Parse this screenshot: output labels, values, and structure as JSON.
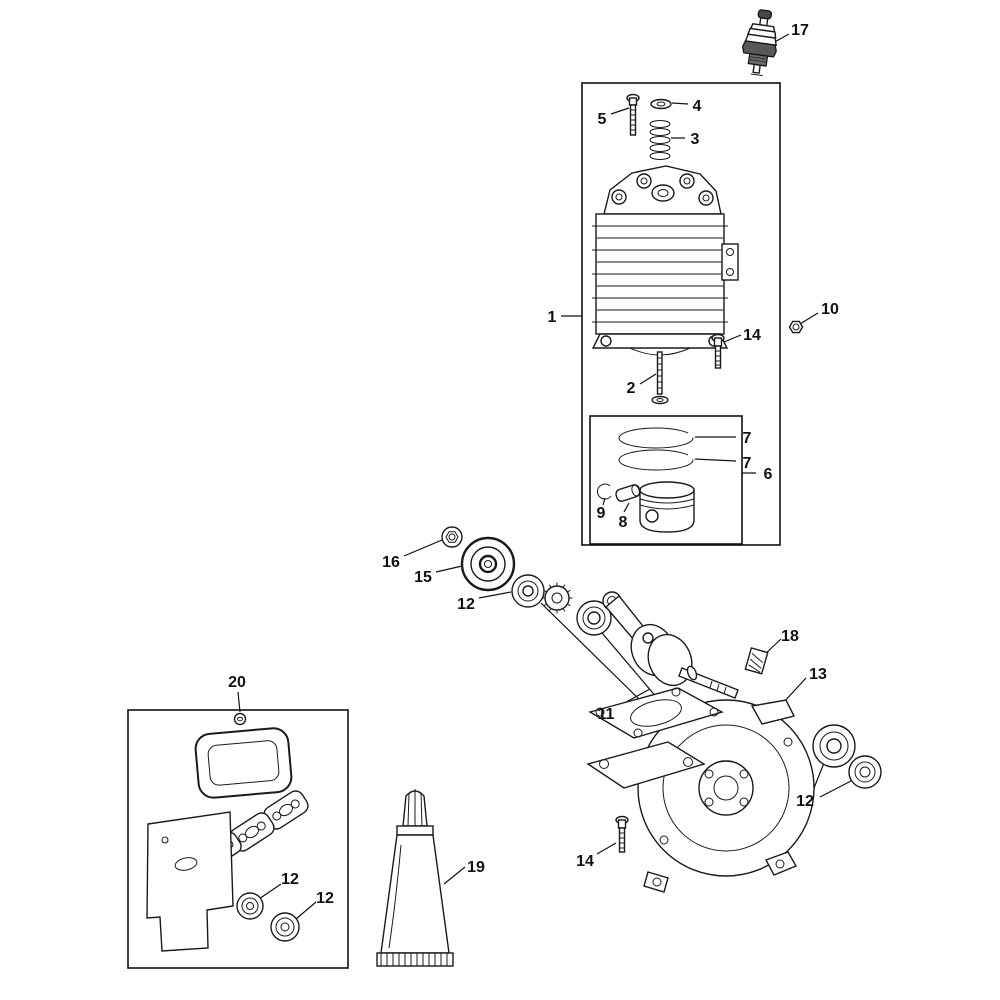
{
  "figure": {
    "background_color": "#ffffff",
    "line_color": "#1a1a1a",
    "description": "Exploded engine parts diagram: cylinder, piston, crankshaft, crankcase and gasket set"
  },
  "callouts": {
    "c17": {
      "label": "17"
    },
    "c5": {
      "label": "5"
    },
    "c4": {
      "label": "4"
    },
    "c3": {
      "label": "3"
    },
    "c1": {
      "label": "1"
    },
    "c14_top": {
      "label": "14"
    },
    "c10": {
      "label": "10"
    },
    "c2": {
      "label": "2"
    },
    "c7_upper": {
      "label": "7"
    },
    "c7_lower": {
      "label": "7"
    },
    "c6": {
      "label": "6"
    },
    "c9": {
      "label": "9"
    },
    "c8": {
      "label": "8"
    },
    "c16": {
      "label": "16"
    },
    "c15": {
      "label": "15"
    },
    "c12_clutch": {
      "label": "12"
    },
    "c18": {
      "label": "18"
    },
    "c13": {
      "label": "13"
    },
    "c11": {
      "label": "11"
    },
    "c12_right": {
      "label": "12"
    },
    "c14_bottom": {
      "label": "14"
    },
    "c20": {
      "label": "20"
    },
    "c12_seal_a": {
      "label": "12"
    },
    "c12_seal_b": {
      "label": "12"
    },
    "c19": {
      "label": "19"
    }
  }
}
